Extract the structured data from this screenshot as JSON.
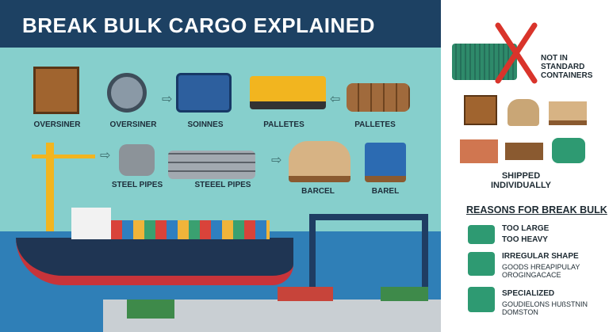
{
  "title": "BREAK BULK CARGO EXPLAINED",
  "row1": [
    {
      "label": "OVERSINER",
      "icon": "wooden-crate-icon"
    },
    {
      "label": "OVERSINER",
      "icon": "turbine-icon"
    },
    {
      "label": "SOINNES",
      "icon": "engine-icon"
    },
    {
      "label": "PALLETES",
      "icon": "bulldozer-icon"
    },
    {
      "label": "PALLETES",
      "icon": "log-stack-icon"
    }
  ],
  "row2": [
    {
      "label": "STEEL PIPES",
      "icon": "steel-coils-icon"
    },
    {
      "label": "STEEEL PIPES",
      "icon": "pipe-stack-icon"
    },
    {
      "label": "BARCEL",
      "icon": "sack-pallet-icon"
    },
    {
      "label": "BAREL",
      "icon": "barrel-pallet-icon"
    }
  ],
  "right": {
    "not_standard": "NOT IN STANDARD CONTAINERS",
    "shipped": "SHIPPED INDIVIDUALLY",
    "reasons_title": "REASONS FOR BREAK BULK",
    "reasons": [
      {
        "title": "TOO LARGE",
        "text": "TOO HEAVY"
      },
      {
        "title": "IRREGULAR SHAPE",
        "text": "GOODS HREAPIPULAY OROGINGACACE"
      },
      {
        "title": "SPECIALIZED",
        "text": "GOUDIELONS HUßSTNIN DOMSTON"
      }
    ]
  },
  "colors": {
    "header": "#1d4163",
    "teal": "#86cfcc",
    "green": "#2e9a72",
    "red": "#d9342b"
  }
}
